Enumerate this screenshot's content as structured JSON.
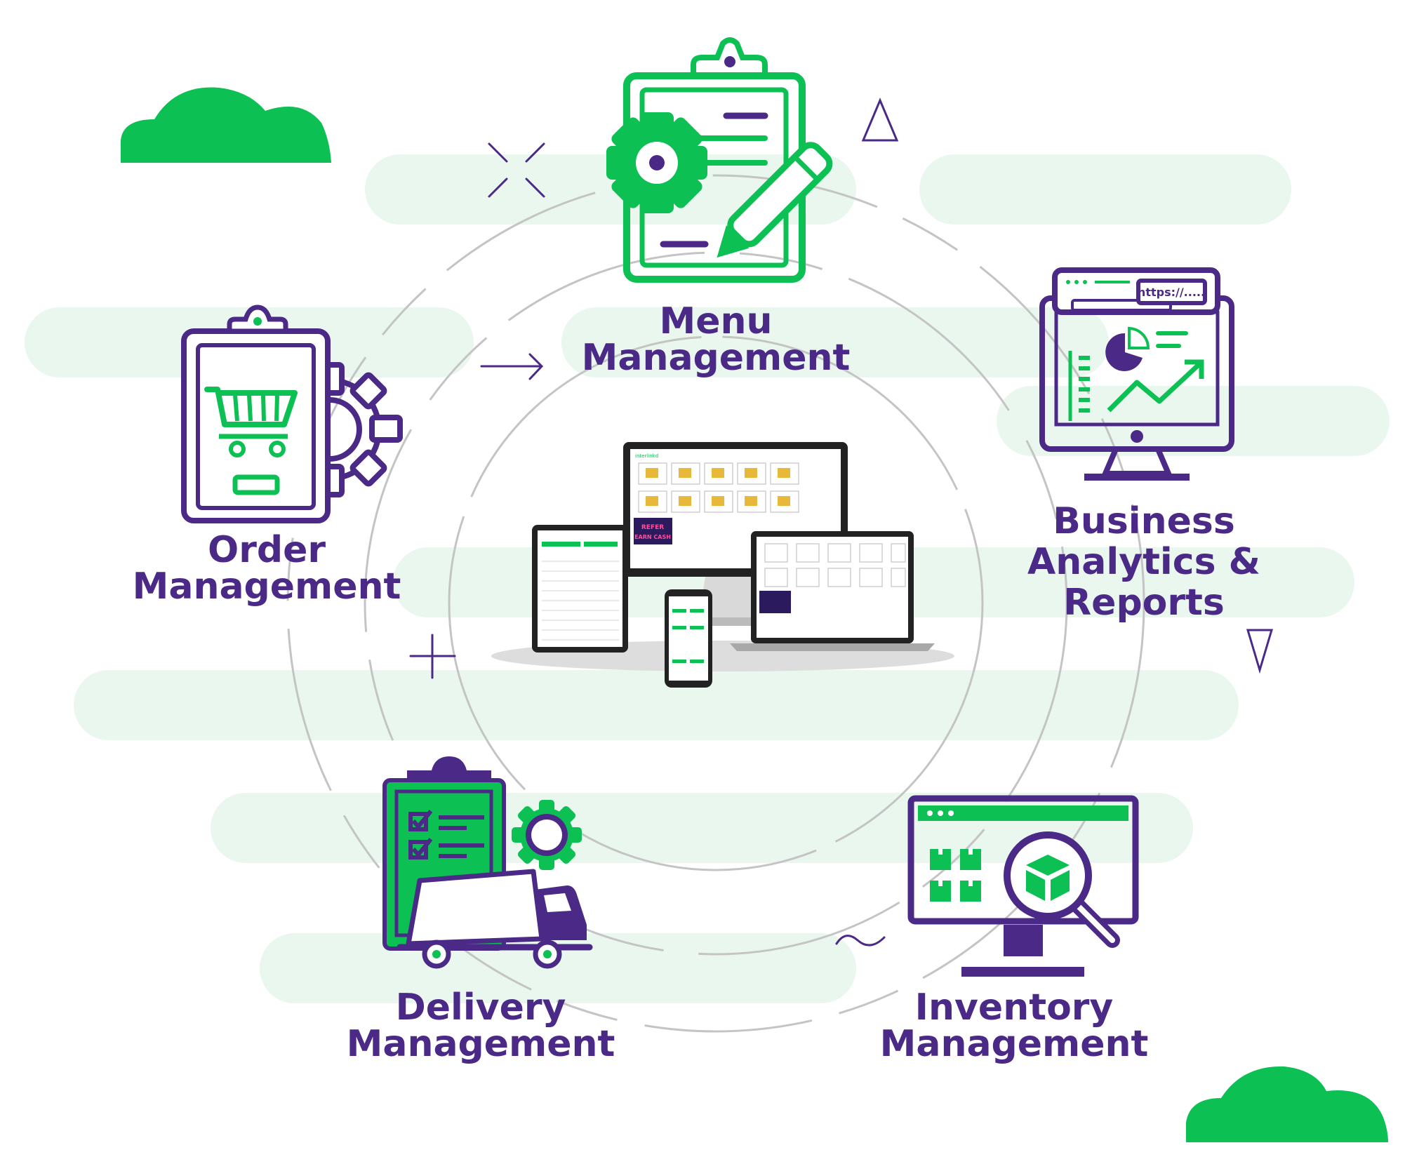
{
  "colors": {
    "green": "#0cc054",
    "purple": "#4a2a86",
    "mint": "#e9f7ef",
    "ring": "#c4c4c4"
  },
  "modules": {
    "menu": {
      "line1": "Menu",
      "line2": "Management",
      "icon": "clipboard-gear-pencil-icon"
    },
    "order": {
      "line1": "Order",
      "line2": "Management",
      "icon": "clipboard-cart-gear-icon"
    },
    "analytics": {
      "line1": "Business",
      "line2": "Analytics &",
      "line3": "Reports",
      "icon": "monitor-analytics-icon"
    },
    "delivery": {
      "line1": "Delivery",
      "line2": "Management",
      "icon": "checklist-truck-icon"
    },
    "inventory": {
      "line1": "Inventory",
      "line2": "Management",
      "icon": "monitor-magnifier-boxes-icon"
    }
  },
  "analytics_url_text": "https://.....",
  "devices": {
    "icon": "responsive-devices-icon",
    "promo_line1": "REFER",
    "promo_line2": "EARN CASH"
  }
}
